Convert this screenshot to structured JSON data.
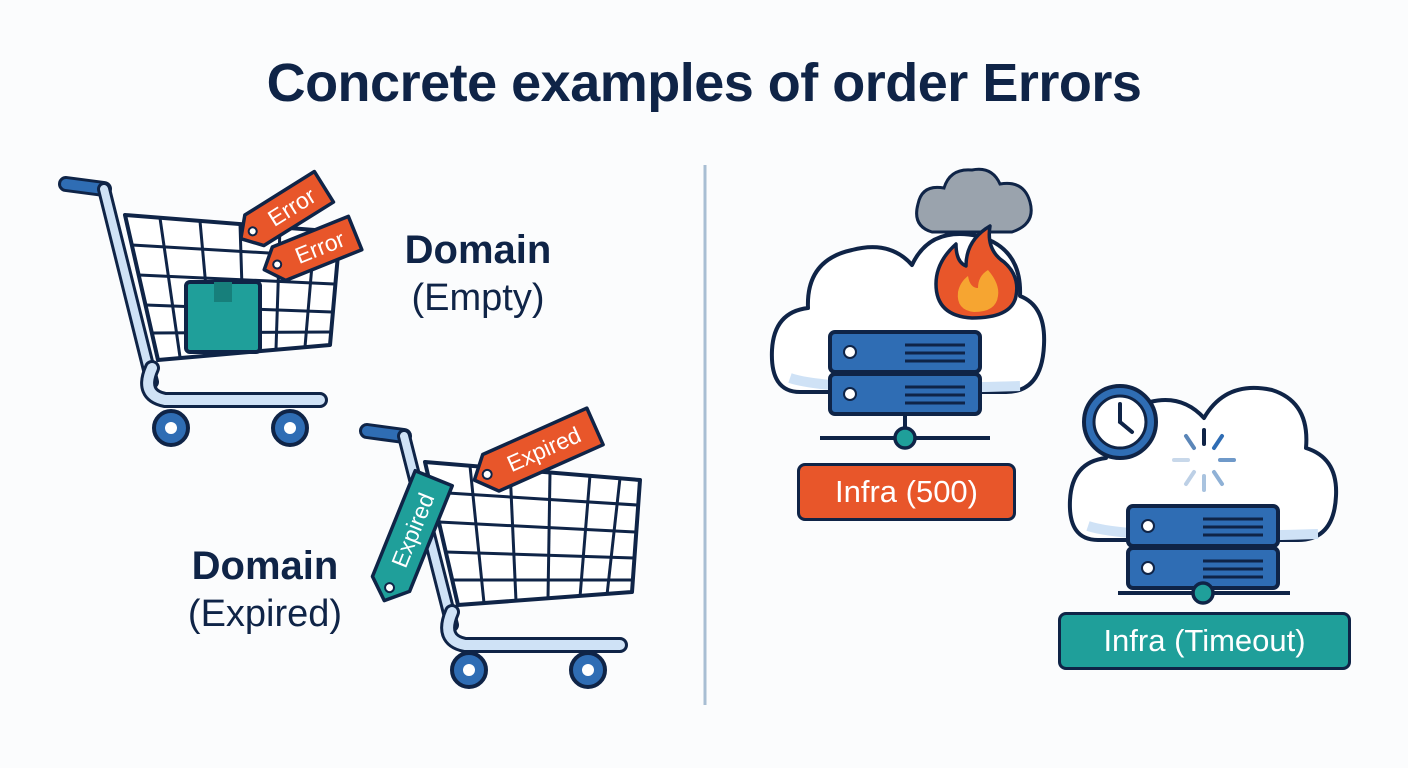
{
  "title": "Concrete examples of order Errors",
  "domain_empty": {
    "label": "Domain",
    "sublabel": "(Empty)",
    "tag_1": "Error",
    "tag_2": "Error"
  },
  "domain_expired": {
    "label": "Domain",
    "sublabel": "(Expired)",
    "tag_orange": "Expired",
    "tag_teal": "Expired"
  },
  "infra_500": {
    "label": "Infra (500)"
  },
  "infra_timeout": {
    "label": "Infra (Timeout)"
  },
  "colors": {
    "navy": "#0f2447",
    "blue": "#2f6db4",
    "light_blue": "#cfe2f6",
    "orange": "#e8562a",
    "teal": "#1f9f9a",
    "divider": "#a8bed3"
  }
}
